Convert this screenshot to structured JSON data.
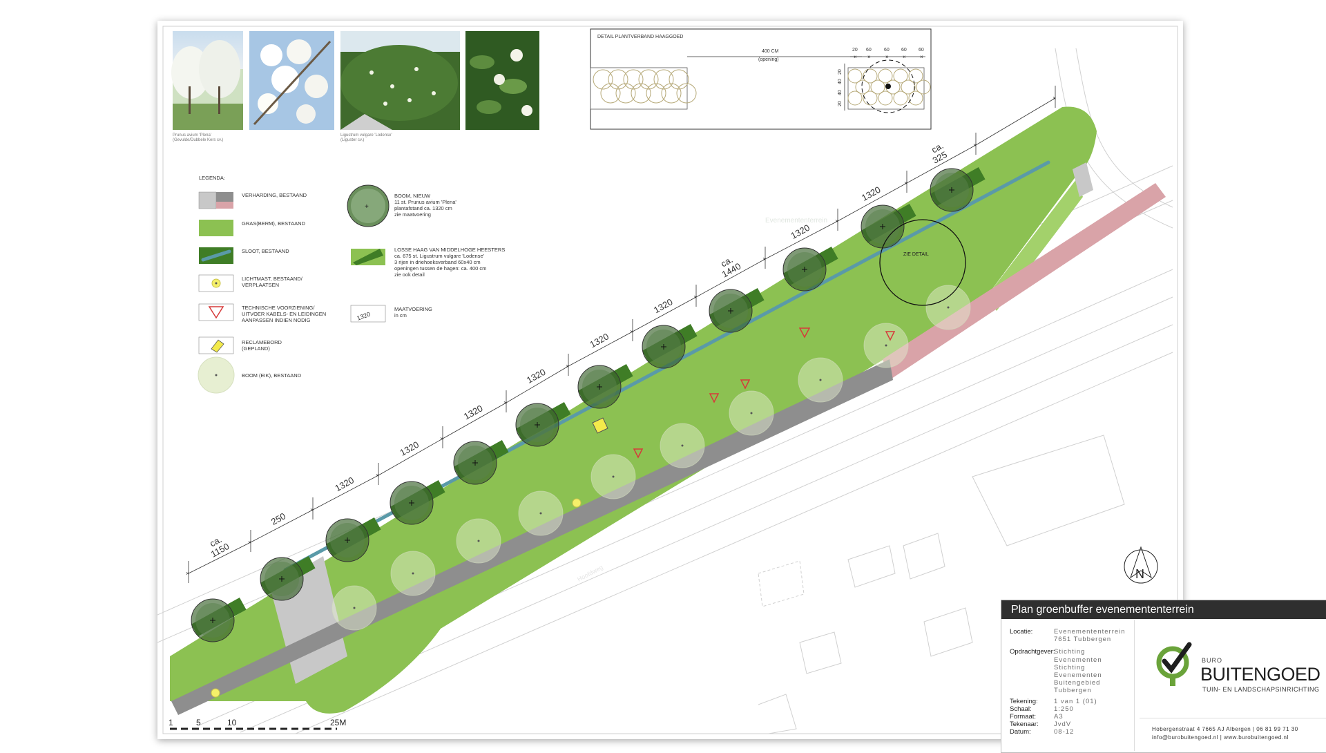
{
  "photos": {
    "prunus_caption": [
      "Prunus avium 'Plena'",
      "(Gevulde/Dubbele Kers cv.)"
    ],
    "ligustrum_caption": [
      "Ligustrum vulgare 'Lodense'",
      "(Liguster cv.)"
    ]
  },
  "detail": {
    "title": "DETAIL PLANTVERBAND HAAGGOED",
    "opening_value": "400 CM",
    "opening_label": "(opening)",
    "top_dims": [
      "20",
      "60",
      "60",
      "60",
      "60"
    ],
    "side_dims": [
      "20",
      "40",
      "40",
      "20"
    ]
  },
  "legend": {
    "title": "LEGENDA:",
    "items": [
      {
        "key": "verharding",
        "lines": [
          "VERHARDING, BESTAAND"
        ]
      },
      {
        "key": "gras",
        "lines": [
          "GRAS(BERM), BESTAAND"
        ]
      },
      {
        "key": "sloot",
        "lines": [
          "SLOOT, BESTAAND"
        ]
      },
      {
        "key": "lichtmast",
        "lines": [
          "LICHTMAST, BESTAAND/",
          "VERPLAATSEN"
        ]
      },
      {
        "key": "technisch",
        "lines": [
          "TECHNISCHE VOORZIENING/",
          "UITVOER KABELS- EN LEIDINGEN",
          "AANPASSEN INDIEN NODIG"
        ]
      },
      {
        "key": "reclamebord",
        "lines": [
          "RECLAMEBORD",
          "(GEPLAND)"
        ]
      },
      {
        "key": "boom-eik",
        "lines": [
          "BOOM (EIK), BESTAAND"
        ]
      },
      {
        "key": "boom-nieuw",
        "lines": [
          "BOOM, NIEUW",
          "11 st. Prunus avium 'Plena'",
          "plantafstand ca. 1320 cm",
          "zie maatvoering"
        ]
      },
      {
        "key": "haag",
        "lines": [
          "LOSSE HAAG VAN MIDDELHOGE HEESTERS",
          "ca. 675 st. Ligustrum vulgare 'Lodense'",
          "3 rijen in driehoeksverband 60x40 cm",
          "openingen tussen de hagen: ca. 400 cm",
          "zie ook detail"
        ]
      },
      {
        "key": "maatvoering",
        "lines": [
          "MAATVOERING",
          "in cm"
        ]
      }
    ],
    "maat_sample": "1320"
  },
  "plan": {
    "map_label_1": "Evenemententerrein",
    "map_label_2": "Hoofdweg",
    "dimensions": [
      "ca. 1150",
      "250",
      "1320",
      "1320",
      "1320",
      "1320",
      "1320",
      "1320",
      "ca. 1440",
      "1320",
      "1320",
      "ca. 325"
    ],
    "detail_ref": "ZIE DETAIL",
    "north": "N"
  },
  "scale_bar": {
    "labels": [
      "1",
      "5",
      "10",
      "25M"
    ]
  },
  "title_block": {
    "title": "Plan groenbuffer evenemententerrein",
    "info": [
      {
        "key": "Locatie:",
        "value": "Evenemententerrein\n7651 Tubbergen"
      },
      {
        "key": "Opdrachtgever:",
        "value": "Stichting Evenementen\nStichting Evenementen\nBuitengebied\nTubbergen"
      },
      {
        "key": "Tekening:",
        "value": "1 van 1 (01)"
      },
      {
        "key": "Schaal:",
        "value": "1:250"
      },
      {
        "key": "Formaat:",
        "value": "A3"
      },
      {
        "key": "Tekenaar:",
        "value": "JvdV"
      },
      {
        "key": "Datum:",
        "value": "08-12"
      }
    ],
    "logo": {
      "buro": "BURO",
      "name": "BUITENGOED",
      "sub": "TUIN- EN LANDSCHAPSINRICHTING"
    },
    "contact": [
      "Hobergenstraat 4  7665 AJ Albergen  |  06 81 99 71 30",
      "info@burobuitengoed.nl  |  www.burobuitengoed.nl"
    ]
  },
  "colors": {
    "grass": "#8cc152",
    "grass_light": "#a3d16b",
    "hedge": "#3f7d26",
    "ditch": "#5a9aa8",
    "pavement_gray": "#8e8e8e",
    "pavement_light": "#c8c8c8",
    "pink_path": "#d9a3a8",
    "tree_new": "#4e7f3a",
    "oak_existing": "#e7efd2",
    "lamp": "#f5f06a",
    "technical": "#d63a3a"
  }
}
